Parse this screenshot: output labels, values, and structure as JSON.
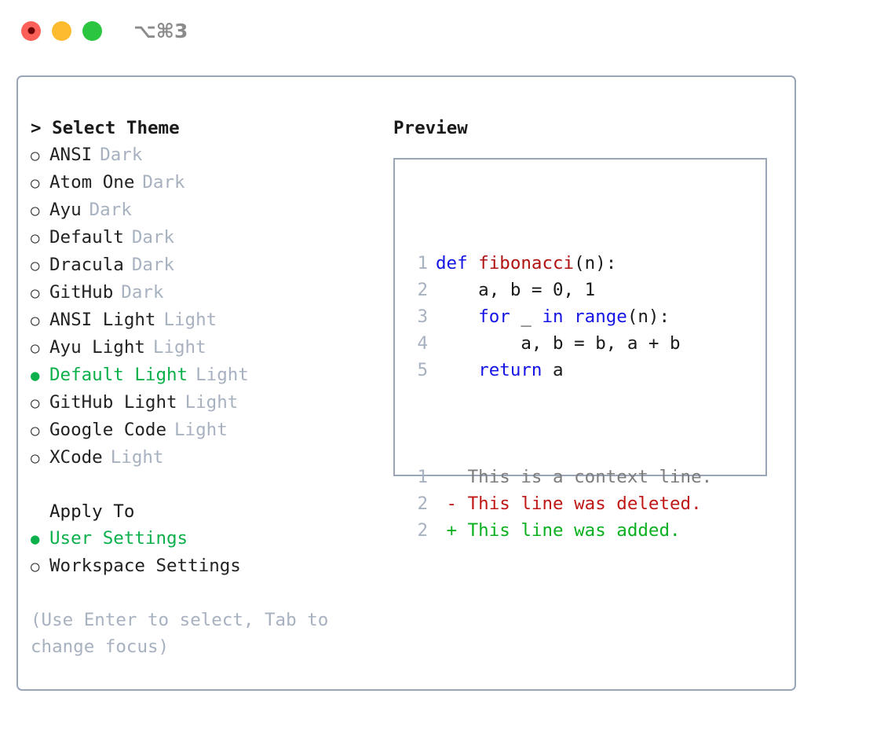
{
  "titlebar": {
    "shortcut": "⌥⌘3",
    "buttons": [
      {
        "name": "close",
        "color": "#fc6058"
      },
      {
        "name": "minimize",
        "color": "#fdbc2f"
      },
      {
        "name": "maximize",
        "color": "#2bc53f"
      }
    ]
  },
  "theme_picker": {
    "heading": "> Select Theme",
    "selected_color": "#0bb04b",
    "tag_color": "#a7b1c0",
    "bullet_selected": "●",
    "bullet_unselected": "○",
    "items": [
      {
        "label": "ANSI",
        "tag": "Dark",
        "selected": false
      },
      {
        "label": "Atom One",
        "tag": "Dark",
        "selected": false
      },
      {
        "label": "Ayu",
        "tag": "Dark",
        "selected": false
      },
      {
        "label": "Default",
        "tag": "Dark",
        "selected": false
      },
      {
        "label": "Dracula",
        "tag": "Dark",
        "selected": false
      },
      {
        "label": "GitHub",
        "tag": "Dark",
        "selected": false
      },
      {
        "label": "ANSI Light",
        "tag": "Light",
        "selected": false
      },
      {
        "label": "Ayu Light",
        "tag": "Light",
        "selected": false
      },
      {
        "label": "Default Light",
        "tag": "Light",
        "selected": true
      },
      {
        "label": "GitHub Light",
        "tag": "Light",
        "selected": false
      },
      {
        "label": "Google Code",
        "tag": "Light",
        "selected": false
      },
      {
        "label": "XCode",
        "tag": "Light",
        "selected": false
      }
    ]
  },
  "apply_to": {
    "heading": "Apply To",
    "items": [
      {
        "label": "User Settings",
        "selected": true
      },
      {
        "label": "Workspace Settings",
        "selected": false
      }
    ]
  },
  "hint": "(Use Enter to select, Tab to change focus)",
  "preview": {
    "title": "Preview",
    "code_lines": [
      {
        "no": "1",
        "tokens": [
          {
            "t": "def ",
            "c": "kw"
          },
          {
            "t": "fibonacci",
            "c": "fn"
          },
          {
            "t": "(n):",
            "c": "plain"
          }
        ]
      },
      {
        "no": "2",
        "tokens": [
          {
            "t": "    a, b = 0, 1",
            "c": "plain"
          }
        ]
      },
      {
        "no": "3",
        "tokens": [
          {
            "t": "    ",
            "c": "plain"
          },
          {
            "t": "for",
            "c": "kw"
          },
          {
            "t": " _ ",
            "c": "plain"
          },
          {
            "t": "in",
            "c": "kw"
          },
          {
            "t": " ",
            "c": "plain"
          },
          {
            "t": "range",
            "c": "kw"
          },
          {
            "t": "(n):",
            "c": "plain"
          }
        ]
      },
      {
        "no": "4",
        "tokens": [
          {
            "t": "        a, b = b, a + b",
            "c": "plain"
          }
        ]
      },
      {
        "no": "5",
        "tokens": [
          {
            "t": "    ",
            "c": "plain"
          },
          {
            "t": "return",
            "c": "kw"
          },
          {
            "t": " a",
            "c": "plain"
          }
        ]
      }
    ],
    "diff_lines": [
      {
        "no": "1",
        "marker": "  ",
        "text": "This is a context line.",
        "kind": "ctx"
      },
      {
        "no": "2",
        "marker": "- ",
        "text": "This line was deleted.",
        "kind": "del"
      },
      {
        "no": "2",
        "marker": "+ ",
        "text": "This line was added.",
        "kind": "add"
      }
    ]
  }
}
